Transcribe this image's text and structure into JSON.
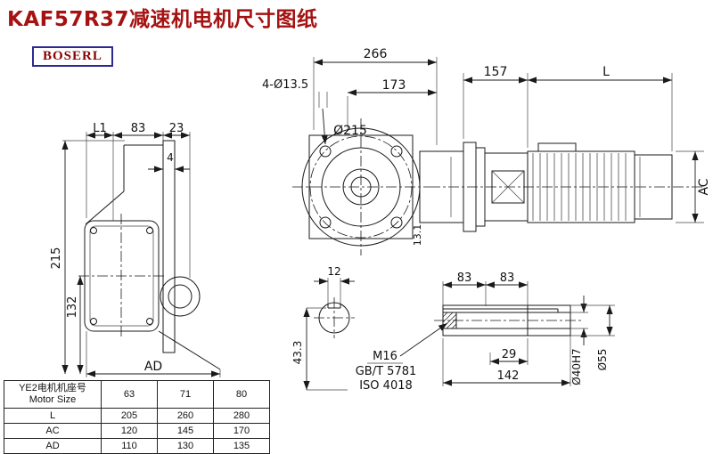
{
  "page": {
    "title": "KAF57R37减速机电机尺寸图纸",
    "logo": "BOSERL"
  },
  "colors": {
    "title_red": "#a51212",
    "logo_text": "#8b0000",
    "logo_border": "#2b2b8f",
    "line": "#1a1a1a"
  },
  "dims": {
    "top_266": "266",
    "top_173": "173",
    "top_157": "157",
    "top_L": "L",
    "bolt_holes": "4-Ø13.5",
    "flange_dia": "Ø215",
    "ac": "AC",
    "d13_1": "13.1",
    "left_L1": "L1",
    "left_83": "83",
    "left_23": "23",
    "left_4": "4",
    "left_215": "215",
    "left_132": "132",
    "left_AD": "AD",
    "sec_12": "12",
    "sec_43_3": "43.3",
    "shaft_83a": "83",
    "shaft_83b": "83",
    "shaft_29": "29",
    "shaft_142": "142",
    "m16": "M16",
    "gbt5781": "GB/T 5781",
    "iso4018": "ISO 4018",
    "d40": "Ø40H7",
    "d55": "Ø55"
  },
  "table": {
    "header_cn": "YE2电机机座号",
    "header_en": "Motor Size",
    "sizes": [
      "63",
      "71",
      "80"
    ],
    "rows": [
      {
        "label": "L",
        "values": [
          "205",
          "260",
          "280"
        ]
      },
      {
        "label": "AC",
        "values": [
          "120",
          "145",
          "170"
        ]
      },
      {
        "label": "AD",
        "values": [
          "110",
          "130",
          "135"
        ]
      }
    ]
  }
}
